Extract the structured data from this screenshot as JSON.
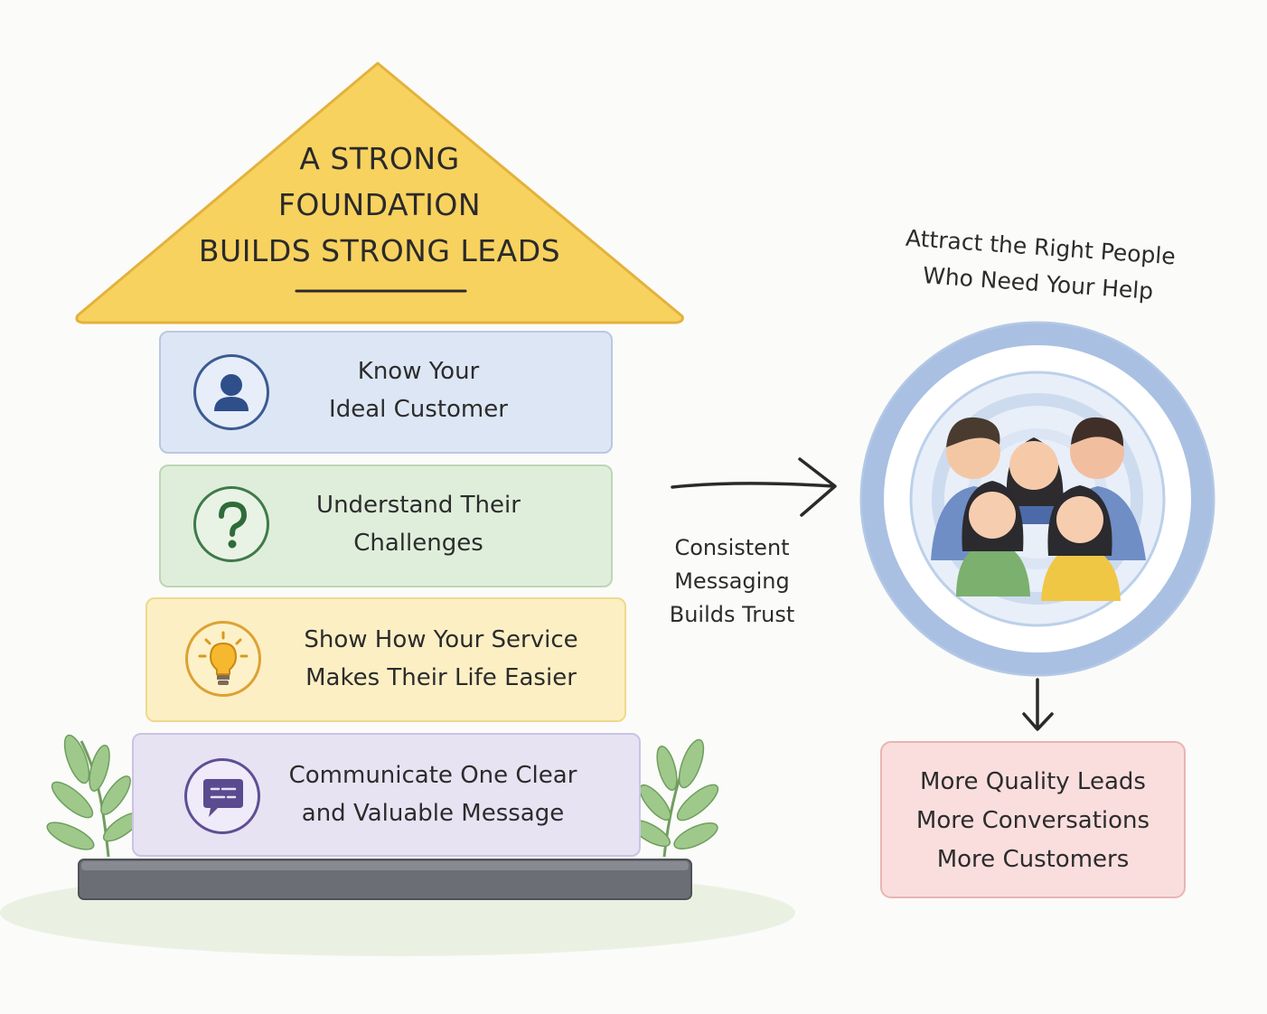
{
  "roof": {
    "title_lines": [
      "A STRONG",
      "FOUNDATION",
      "BUILDS STRONG LEADS"
    ]
  },
  "steps": [
    {
      "lines": [
        "Know Your",
        "Ideal Customer"
      ],
      "icon": "person-icon",
      "color": "#2f4f8a"
    },
    {
      "lines": [
        "Understand Their",
        "Challenges"
      ],
      "icon": "question-mark-icon",
      "color": "#2f6b3a"
    },
    {
      "lines": [
        "Show How Your Service",
        "Makes Their Life Easier"
      ],
      "icon": "lightbulb-icon",
      "color": "#d89a1a"
    },
    {
      "lines": [
        "Communicate One Clear",
        "and Valuable Message"
      ],
      "icon": "chat-bubble-icon",
      "color": "#5a4a8f"
    }
  ],
  "arrow_caption": {
    "lines": [
      "Consistent",
      "Messaging",
      "Builds Trust"
    ]
  },
  "target": {
    "caption_lines": [
      "Attract the Right People",
      "Who Need Your Help"
    ],
    "icon": "people-group-icon"
  },
  "result": {
    "lines": [
      "More Quality Leads",
      "More Conversations",
      "More Customers"
    ]
  }
}
